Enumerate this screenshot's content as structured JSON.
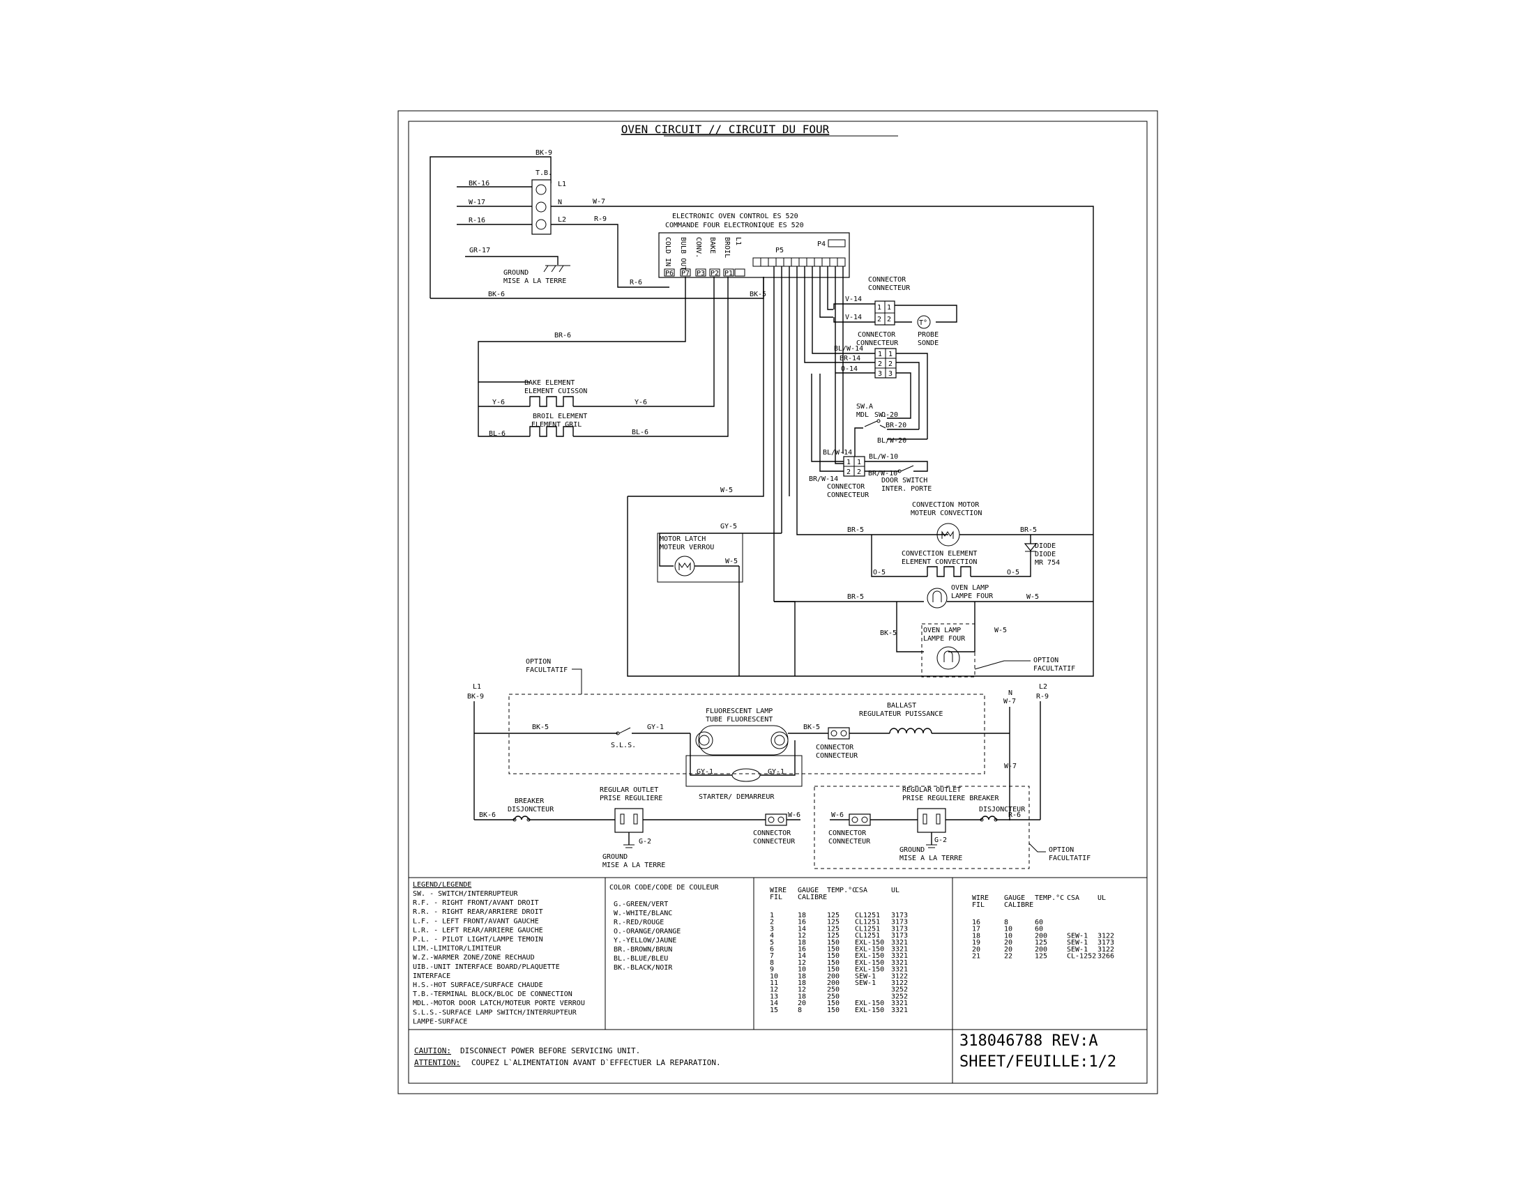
{
  "title": "OVEN CIRCUIT // CIRCUIT DU FOUR",
  "terminal_block": {
    "label": "T.B.",
    "terminals": [
      "L1",
      "N",
      "L2"
    ]
  },
  "control": {
    "line1": "ELECTRONIC OVEN CONTROL ES 520",
    "line2": "COMMANDE FOUR ELECTRONIQUE ES 520",
    "pins_top": [
      "COLD IN",
      "BULB OUT",
      "CONV.",
      "BAKE",
      "BROIL",
      "L1"
    ],
    "relay_labels": [
      "P6",
      "P7",
      "P3",
      "P2",
      "P1"
    ],
    "p5": "P5",
    "p4": "P4"
  },
  "wires": {
    "bk9": "BK-9",
    "bk16": "BK-16",
    "w17": "W-17",
    "r16": "R-16",
    "w7": "W-7",
    "r9": "R-9",
    "gr17": "GR-17",
    "r6": "R-6",
    "bk6": "BK-6",
    "bk5": "BK-5",
    "br6": "BR-6",
    "y6a": "Y-6",
    "y6b": "Y-6",
    "bl6a": "BL-6",
    "bl6b": "BL-6",
    "v14a": "V-14",
    "v14b": "V-14",
    "blw14": "BL/W-14",
    "br14": "BR-14",
    "o14": "O-14",
    "o20": "O-20",
    "br20": "BR-20",
    "blw20": "BL/W-20",
    "blw14b": "BL/W-14",
    "blw10": "BL/W-10",
    "brw14": "BR/W-14",
    "brw10": "BR/W-10",
    "w5a": "W-5",
    "gy5": "GY-5",
    "w5b": "W-5",
    "br5a": "BR-5",
    "br5b": "BR-5",
    "o5a": "O-5",
    "o5b": "O-5",
    "br5c": "BR-5",
    "w5c": "W-5",
    "bk5b": "BK-5",
    "w5d": "W-5",
    "sw": "SW.",
    "mdl": "MDL",
    "swa": "SW.A"
  },
  "labels": {
    "ground": "GROUND",
    "ground_fr": "MISE A LA TERRE",
    "connector": "CONNECTOR",
    "connector_fr": "CONNECTEUR",
    "probe": "PROBE",
    "probe_fr": "SONDE",
    "bake": "BAKE ELEMENT",
    "bake_fr": "ELEMENT CUISSON",
    "broil": "BROIL ELEMENT",
    "broil_fr": "ELEMENT GRIL",
    "door": "DOOR SWITCH",
    "door_fr": "INTER. PORTE",
    "convmotor": "CONVECTION MOTOR",
    "convmotor_fr": "MOTEUR CONVECTION",
    "convel": "CONVECTION ELEMENT",
    "convel_fr": "ELEMENT CONVECTION",
    "diode": "DIODE",
    "diode_fr": "DIODE",
    "diode_part": "MR 754",
    "latch": "MOTOR LATCH",
    "latch_fr": "MOTEUR VERROU",
    "lamp": "OVEN LAMP",
    "lamp_fr": "LAMPE FOUR",
    "option": "OPTION",
    "option_fr": "FACULTATIF",
    "fluor": "FLUORESCENT LAMP",
    "fluor_fr": "TUBE FLUORESCENT",
    "ballast": "BALLAST",
    "ballast_fr": "REGULATEUR PUISSANCE",
    "starter": "STARTER/ DEMARREUR",
    "sls": "S.L.S.",
    "breaker": "BREAKER",
    "breaker_fr": "DISJONCTEUR",
    "outlet": "REGULAR OUTLET",
    "outlet_fr": "PRISE REGULIERE",
    "outlet2_fr": "PRISE REGULIERE BREAKER",
    "l1": "L1",
    "n": "N",
    "l2": "L2",
    "bk9": "BK-9",
    "w7": "W-7",
    "r9": "R-9",
    "gy1a": "GY-1",
    "gy1b": "GY-1",
    "gy1c": "GY-1",
    "bk5": "BK-5",
    "bk6": "BK-6",
    "w6a": "W-6",
    "w6b": "W-6",
    "r6": "R-6",
    "w7b": "W-7",
    "g2a": "G-2",
    "g2b": "G-2"
  },
  "legend": {
    "title": "LEGEND/LEGENDE",
    "items": [
      "SW.  - SWITCH/INTERRUPTEUR",
      "R.F. - RIGHT FRONT/AVANT DROIT",
      "R.R. - RIGHT REAR/ARRIERE DROIT",
      "L.F. - LEFT FRONT/AVANT GAUCHE",
      "L.R. - LEFT REAR/ARRIERE GAUCHE",
      "P.L. - PILOT LIGHT/LAMPE TEMOIN",
      "LIM.-LIMITOR/LIMITEUR",
      "W.Z.-WARMER ZONE/ZONE RECHAUD",
      "UIB.-UNIT INTERFACE BOARD/PLAQUETTE",
      "     INTERFACE",
      "H.S.-HOT SURFACE/SURFACE CHAUDE",
      "T.B.-TERMINAL BLOCK/BLOC DE CONNECTION",
      "MDL.-MOTOR DOOR LATCH/MOTEUR PORTE VERROU",
      "S.L.S.-SURFACE LAMP SWITCH/INTERRUPTEUR",
      "     LAMPE-SURFACE"
    ]
  },
  "colors": {
    "title": "COLOR CODE/CODE DE COULEUR",
    "items": [
      "G.-GREEN/VERT",
      "W.-WHITE/BLANC",
      "R.-RED/ROUGE",
      "O.-ORANGE/ORANGE",
      "Y.-YELLOW/JAUNE",
      "BR.-BROWN/BRUN",
      "BL.-BLUE/BLEU",
      "BK.-BLACK/NOIR"
    ]
  },
  "wire_table1": {
    "headers": [
      "WIRE FIL",
      "GAUGE CALIBRE",
      "TEMP.°C",
      "CSA",
      "UL"
    ],
    "rows": [
      [
        "1",
        "18",
        "125",
        "CL1251",
        "3173"
      ],
      [
        "2",
        "16",
        "125",
        "CL1251",
        "3173"
      ],
      [
        "3",
        "14",
        "125",
        "CL1251",
        "3173"
      ],
      [
        "4",
        "12",
        "125",
        "CL1251",
        "3173"
      ],
      [
        "5",
        "18",
        "150",
        "EXL-150",
        "3321"
      ],
      [
        "6",
        "16",
        "150",
        "EXL-150",
        "3321"
      ],
      [
        "7",
        "14",
        "150",
        "EXL-150",
        "3321"
      ],
      [
        "8",
        "12",
        "150",
        "EXL-150",
        "3321"
      ],
      [
        "9",
        "10",
        "150",
        "EXL-150",
        "3321"
      ],
      [
        "10",
        "18",
        "200",
        "SEW-1",
        "3122"
      ],
      [
        "11",
        "18",
        "200",
        "SEW-1",
        "3122"
      ],
      [
        "12",
        "12",
        "250",
        "",
        "3252"
      ],
      [
        "13",
        "18",
        "250",
        "",
        "3252"
      ],
      [
        "14",
        "20",
        "150",
        "EXL-150",
        "3321"
      ],
      [
        "15",
        "8",
        "150",
        "EXL-150",
        "3321"
      ]
    ]
  },
  "wire_table2": {
    "headers": [
      "WIRE FIL",
      "GAUGE CALIBRE",
      "TEMP.°C",
      "CSA",
      "UL"
    ],
    "rows": [
      [
        "16",
        "8",
        "60",
        "",
        ""
      ],
      [
        "17",
        "10",
        "60",
        "",
        ""
      ],
      [
        "18",
        "10",
        "200",
        "SEW-1",
        "3122"
      ],
      [
        "19",
        "20",
        "125",
        "SEW-1",
        "3173"
      ],
      [
        "20",
        "20",
        "200",
        "SEW-1",
        "3122"
      ],
      [
        "21",
        "22",
        "125",
        "CL-1252",
        "3266"
      ]
    ]
  },
  "caution": {
    "en_label": "CAUTION:",
    "en": " DISCONNECT POWER BEFORE SERVICING UNIT.",
    "fr_label": "ATTENTION:",
    "fr": "COUPEZ L`ALIMENTATION AVANT D`EFFECTUER LA REPARATION."
  },
  "docnum": "318046788 REV:A",
  "sheet": "SHEET/FEUILLE:1/2"
}
